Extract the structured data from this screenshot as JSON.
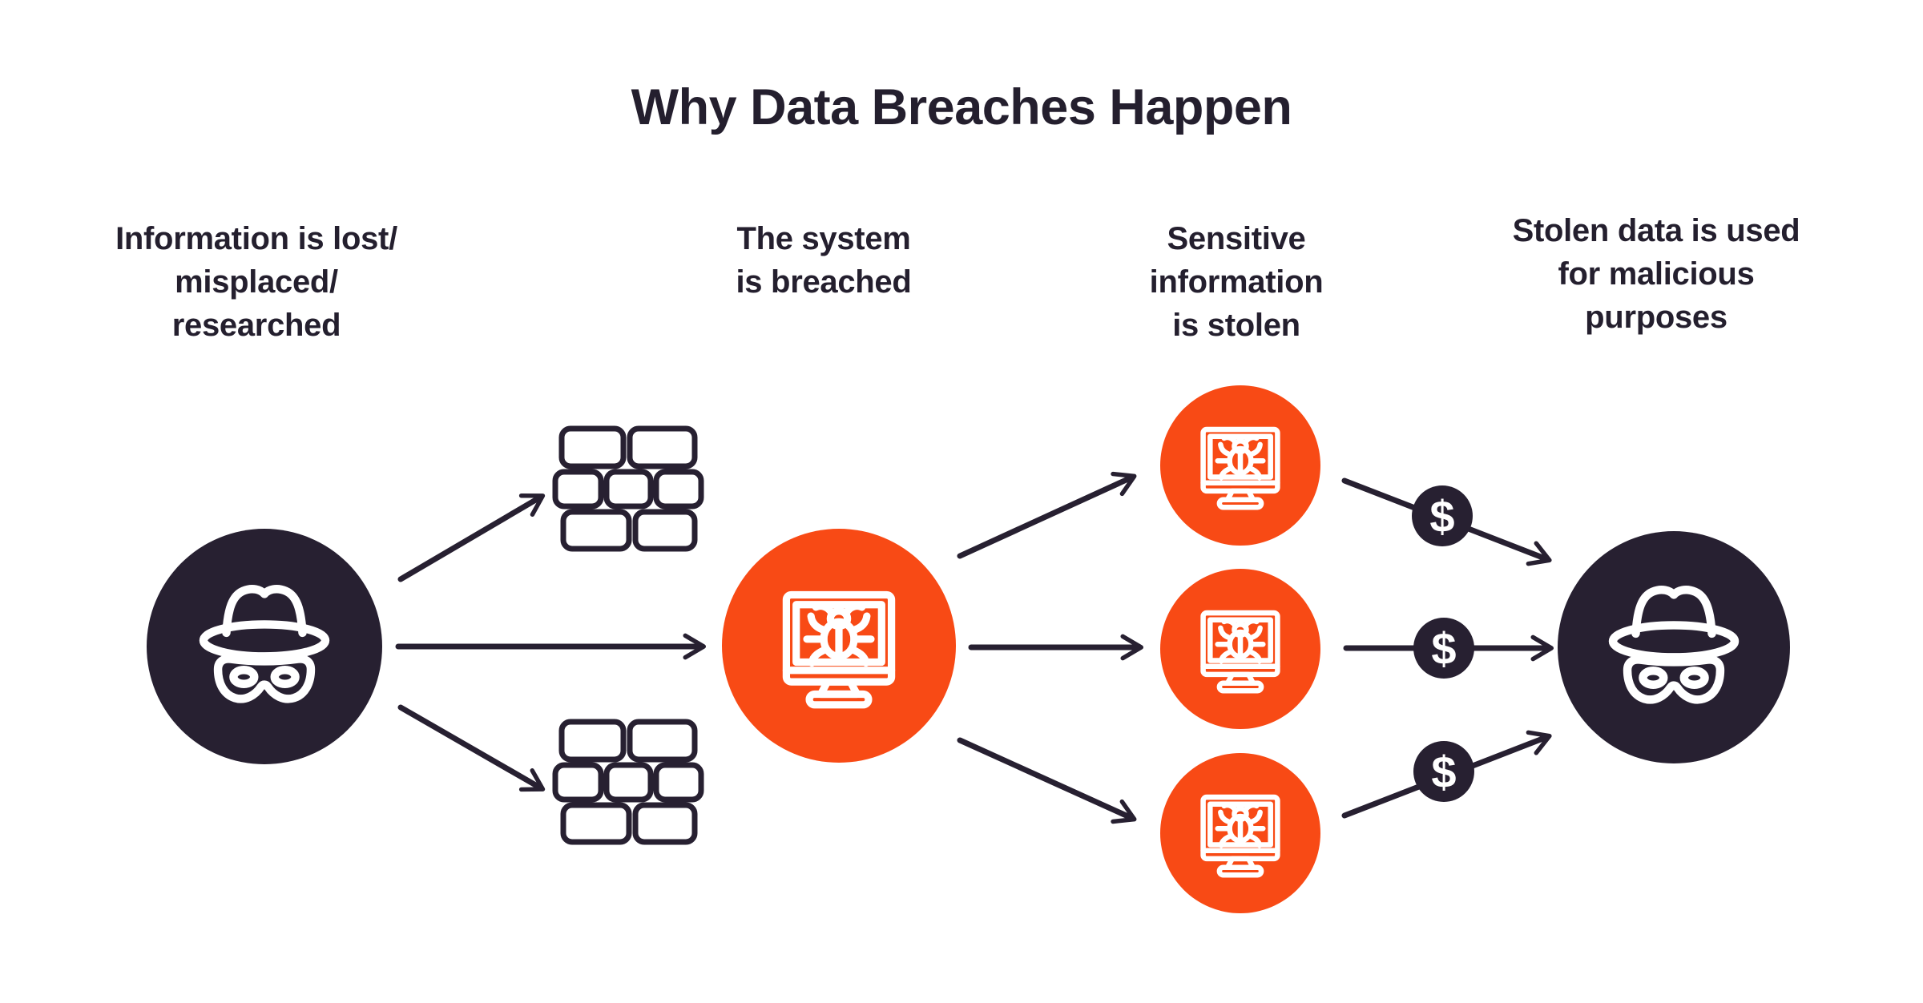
{
  "title": "Why Data Breaches Happen",
  "steps": [
    {
      "id": "information-lost",
      "lines": [
        "Information is lost/",
        "misplaced/",
        "researched"
      ],
      "icon": "incognito-spy"
    },
    {
      "id": "system-breached",
      "lines": [
        "The system",
        "is breached"
      ],
      "icon": "computer-bug-monitor"
    },
    {
      "id": "sensitive-information-stolen",
      "lines": [
        "Sensitive",
        "information",
        "is stolen"
      ],
      "icon": "computer-bug-monitor"
    },
    {
      "id": "stolen-data-used",
      "lines": [
        "Stolen data is used",
        "for malicious",
        "purposes"
      ],
      "icon": "incognito-spy"
    }
  ],
  "badges": {
    "dollar_symbol": "$",
    "count": 3
  },
  "icons": {
    "start": "incognito-spy",
    "breach": "computer-bug-monitor",
    "stolen": "computer-bug-monitor",
    "end": "incognito-spy",
    "firewall": "brick-wall",
    "money": "dollar-sign"
  },
  "colors": {
    "accent_orange": "#F84A15",
    "ink_dark": "#272031",
    "icon_stroke_white": "#FFFFFF",
    "text_dark": "#241F2E",
    "background": "#FFFFFF"
  }
}
